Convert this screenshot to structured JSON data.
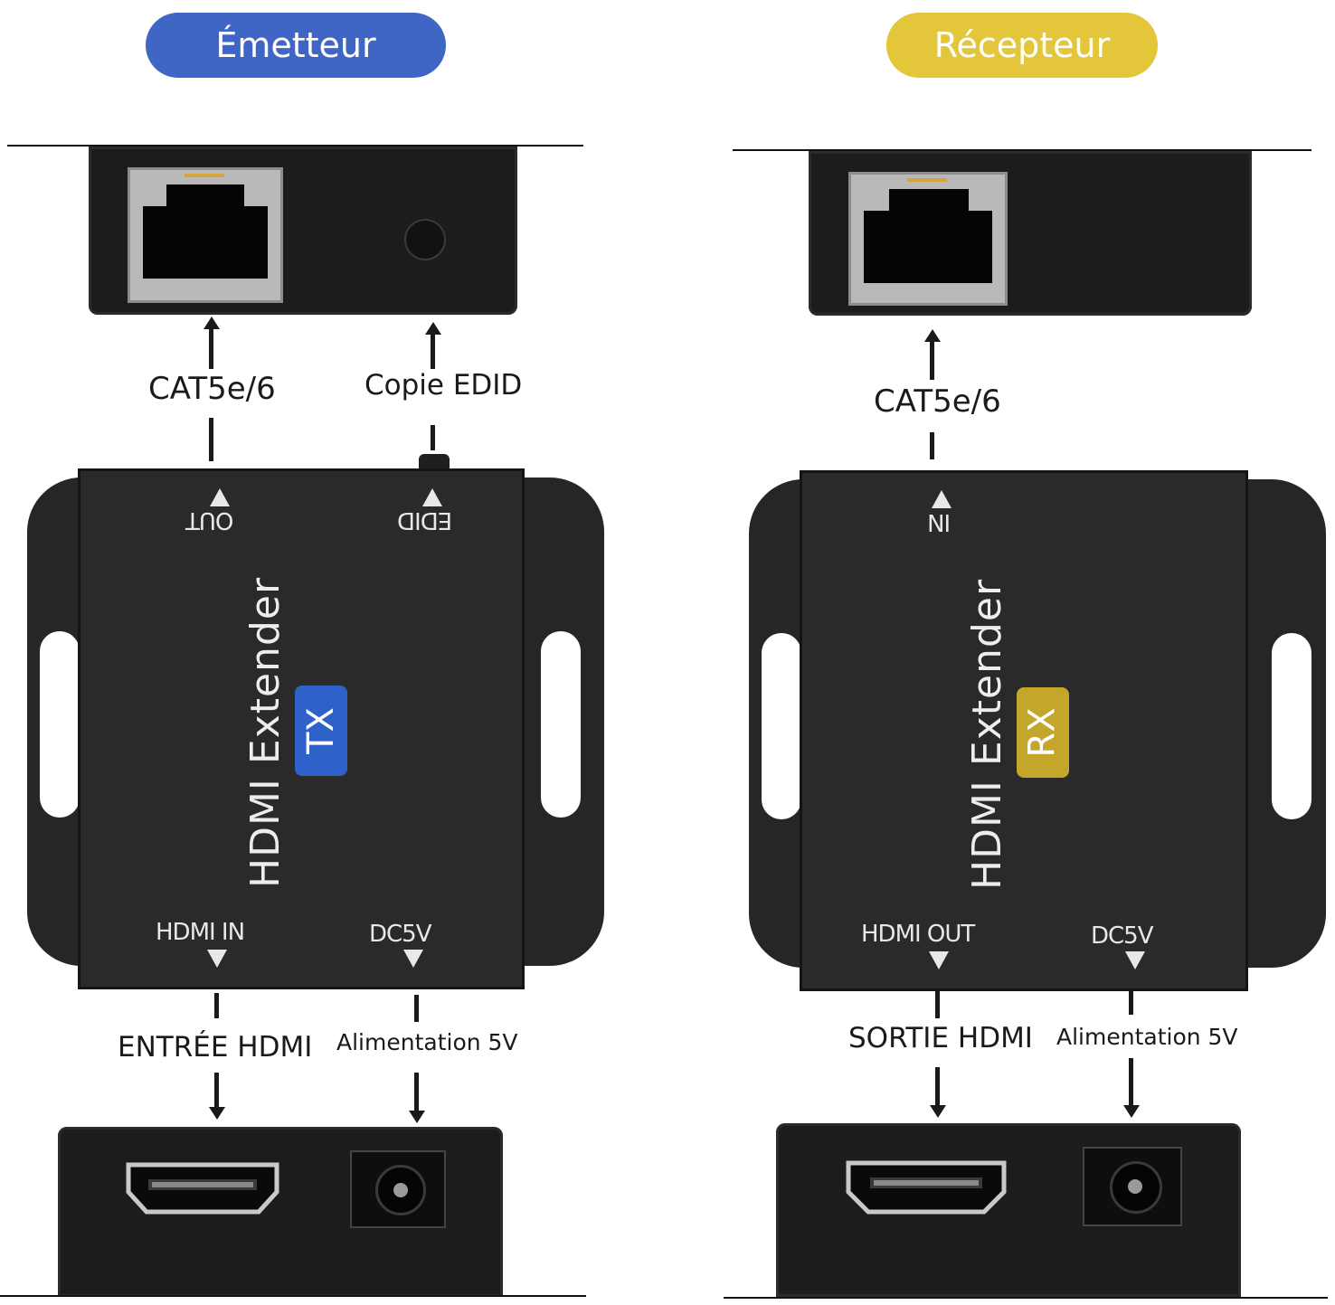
{
  "transmitter": {
    "title": "Émetteur",
    "title_color": "#3f66c4",
    "port_labels": {
      "out": "OUT",
      "edid": "EDID",
      "hdmi_in": "HDMI IN",
      "dc": "DC5V"
    },
    "product_text": "HDMI Extender",
    "badge": "TX",
    "badge_color": "#2e62c9",
    "callouts": {
      "cat": "CAT5e/6",
      "edid": "Copie EDID",
      "hdmi": "ENTRÉE HDMI",
      "power": "Alimentation 5V"
    }
  },
  "receiver": {
    "title": "Récepteur",
    "title_color": "#e3c63a",
    "port_labels": {
      "in": "IN",
      "hdmi_out": "HDMI OUT",
      "dc": "DC5V"
    },
    "product_text": "HDMI Extender",
    "badge": "RX",
    "badge_color": "#c4a62a",
    "callouts": {
      "cat": "CAT5e/6",
      "hdmi": "SORTIE HDMI",
      "power": "Alimentation 5V"
    }
  },
  "icons": [
    "rj45-port-icon",
    "edid-button-icon",
    "hdmi-port-icon",
    "dc-jack-icon"
  ]
}
